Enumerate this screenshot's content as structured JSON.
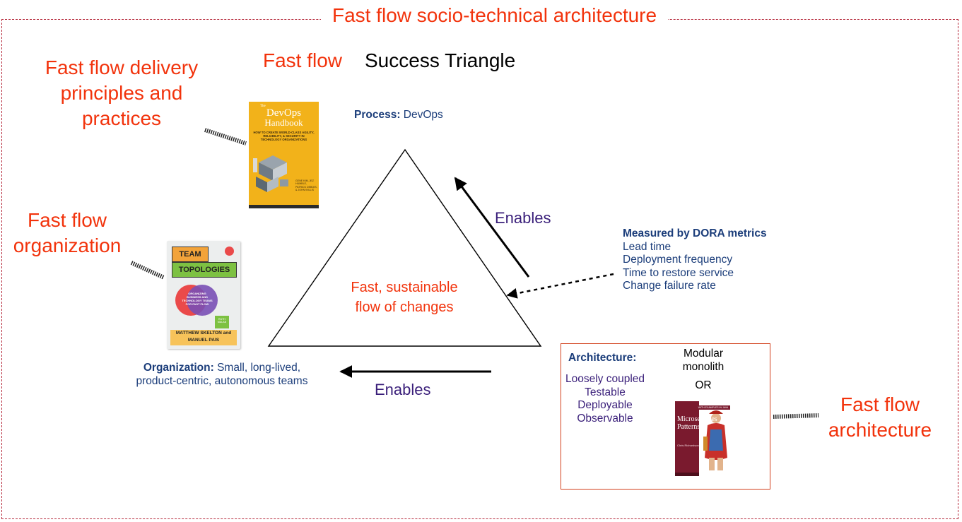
{
  "outer_title": "Fast flow socio-technical architecture",
  "heading": {
    "part1": "Fast flow",
    "part2": "Success Triangle"
  },
  "labels": {
    "delivery": "Fast flow delivery principles and practices",
    "organization": "Fast flow organization",
    "architecture": "Fast flow architecture"
  },
  "process": {
    "label": "Process:",
    "value": "DevOps"
  },
  "organization_text": {
    "label": "Organization:",
    "line1_rest": "Small, long-lived,",
    "line2": "product-centric, autonomous teams"
  },
  "center": {
    "line1": "Fast, sustainable",
    "line2": "flow of changes"
  },
  "enables": {
    "right": "Enables",
    "bottom": "Enables"
  },
  "dora": {
    "title": "Measured by DORA metrics",
    "metrics": [
      "Lead time",
      "Deployment frequency",
      "Time to restore service",
      "Change failure rate"
    ]
  },
  "architecture": {
    "label": "Architecture:",
    "qualities": [
      "Loosely coupled",
      "Testable",
      "Deployable",
      "Observable"
    ],
    "option1": "Modular monolith",
    "or": "OR"
  },
  "books": {
    "devops": {
      "title_top": "The",
      "title_line1": "DevOps",
      "title_line2": "Handbook",
      "subtitle": "HOW TO CREATE WORLD-CLASS AGILITY, RELIABILITY, & SECURITY IN TECHNOLOGY ORGANIZATIONS",
      "authors": "GENE KIM, JEZ HUMBLE, PATRICK DEBOIS, & JOHN WILLIS",
      "icon": "isometric-blocks-icon"
    },
    "team_topologies": {
      "title1": "TEAM",
      "title2": "TOPOLOGIES",
      "subtitle": "ORGANIZING BUSINESS AND TECHNOLOGY TEAMS FOR FAST FLOW",
      "authors": "MATTHEW SKELTON and MANUEL PAIS",
      "sticker": "RUTH MALAN"
    },
    "microservices": {
      "title": "Microservices Patterns",
      "author": "Chris Richardson",
      "series": "WITH EXAMPLES IN JAVA",
      "icon": "cover-figure-illustration"
    }
  },
  "colors": {
    "red": "#f2330c",
    "navy": "#1b3d7a",
    "purple": "#3a1f7a",
    "frame": "#b5283a",
    "devops_cover": "#f2b21a",
    "microservices_cover": "#7a1a2e"
  }
}
